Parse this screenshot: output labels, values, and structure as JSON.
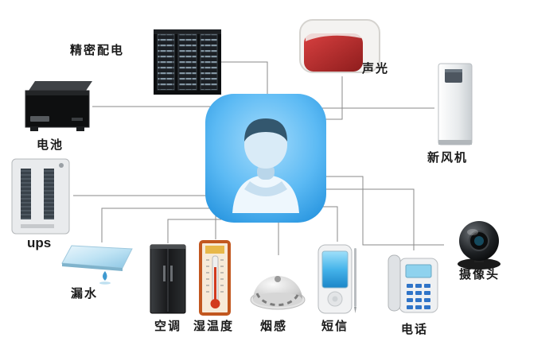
{
  "diagram": {
    "center": {
      "name": "monitoring-center",
      "icon": "user-avatar-icon"
    },
    "nodes": [
      {
        "id": "power-distribution",
        "label": "精密配电",
        "icon": "server-racks-image"
      },
      {
        "id": "sound-light-alarm",
        "label": "声光",
        "icon": "siren-image"
      },
      {
        "id": "battery",
        "label": "电池",
        "icon": "battery-box-image"
      },
      {
        "id": "fresh-air-unit",
        "label": "新风机",
        "icon": "air-cabinet-image"
      },
      {
        "id": "ups",
        "label": "ups",
        "icon": "ups-cabinet-image"
      },
      {
        "id": "camera",
        "label": "摄像头",
        "icon": "webcam-image"
      },
      {
        "id": "water-leak",
        "label": "漏水",
        "icon": "leak-panel-image"
      },
      {
        "id": "air-conditioner",
        "label": "空调",
        "icon": "ac-cabinet-image"
      },
      {
        "id": "humidity-temperature",
        "label": "湿温度",
        "icon": "thermometer-image"
      },
      {
        "id": "smoke-detector",
        "label": "烟感",
        "icon": "smoke-dome-image"
      },
      {
        "id": "sms",
        "label": "短信",
        "icon": "mobile-phone-image"
      },
      {
        "id": "telephone",
        "label": "电话",
        "icon": "desk-phone-image"
      }
    ],
    "connections": [
      "power-distribution-center",
      "sound-light-alarm-center",
      "battery-center",
      "fresh-air-unit-center",
      "ups-center",
      "camera-center",
      "water-leak-center",
      "air-conditioner-center",
      "humidity-temperature-center",
      "smoke-detector-center",
      "sms-center",
      "telephone-center"
    ],
    "colors": {
      "line": "#8a8a8a",
      "center_icon_blue": "#2f9fe8",
      "label_text": "#1a1a1a",
      "background": "#ffffff"
    }
  }
}
